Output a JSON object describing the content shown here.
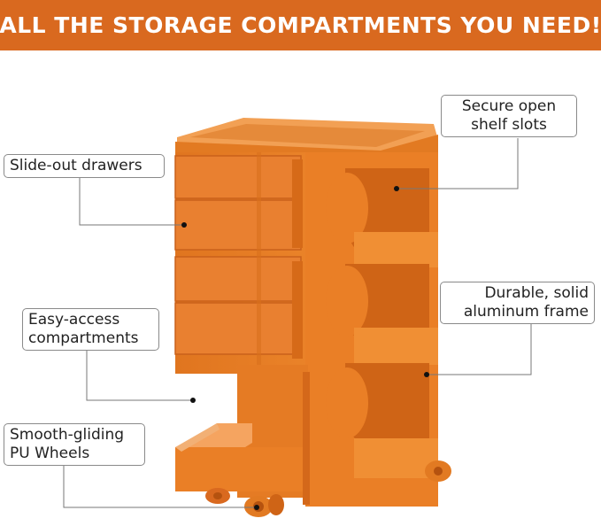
{
  "banner": {
    "title": "ALL THE STORAGE COMPARTMENTS YOU NEED!",
    "color": "#d9691f"
  },
  "product": {
    "image": "orange-rolling-storage-trolley",
    "color": "#e27a22"
  },
  "callouts": {
    "slide_out_drawers": "Slide-out drawers",
    "easy_access_line1": "Easy-access",
    "easy_access_line2": "compartments",
    "wheels_line1": "Smooth-gliding",
    "wheels_line2": "PU Wheels",
    "shelf_line1": "Secure open",
    "shelf_line2": "shelf slots",
    "frame_line1": "Durable, solid",
    "frame_line2": "aluminum frame"
  }
}
